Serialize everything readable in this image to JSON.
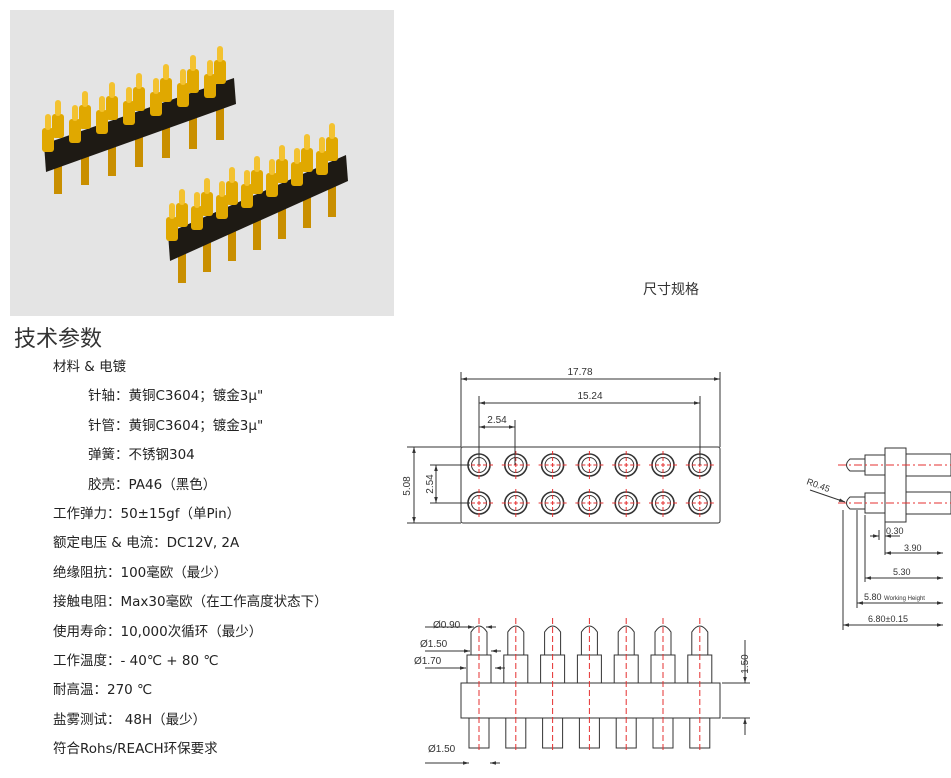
{
  "section_title": "技术参数",
  "drawing_title": "尺寸规格",
  "specs": [
    {
      "text": "材料 & 电镀",
      "indent": false
    },
    {
      "text": "针轴：黄铜C3604；镀金3μ\"",
      "indent": true
    },
    {
      "text": "针管：黄铜C3604；镀金3μ\"",
      "indent": true
    },
    {
      "text": "弹簧：不锈钢304",
      "indent": true
    },
    {
      "text": "胶壳：PA46（黑色）",
      "indent": true
    },
    {
      "text": "工作弹力：50±15gf（单Pin）",
      "indent": false
    },
    {
      "text": "额定电压 & 电流：DC12V, 2A",
      "indent": false
    },
    {
      "text": "绝缘阻抗：100毫欧（最少）",
      "indent": false
    },
    {
      "text": "接触电阻：Max30毫欧（在工作高度状态下）",
      "indent": false
    },
    {
      "text": "使用寿命：10,000次循环（最少）",
      "indent": false
    },
    {
      "text": "工作温度：- 40℃ + 80 ℃",
      "indent": false
    },
    {
      "text": "耐高温：270 ℃",
      "indent": false
    },
    {
      "text": "盐雾测试： 48H（最少）",
      "indent": false
    },
    {
      "text": "符合Rohs/REACH环保要求",
      "indent": false
    }
  ],
  "dimensions": {
    "total_length": "17.78",
    "pin_span": "15.24",
    "pitch": "2.54",
    "width": "5.08",
    "row_pitch": "2.54",
    "tip_dia": "Ø0.90",
    "plunger_dia": "Ø1.50",
    "barrel_dia": "Ø1.70",
    "tail_dia": "Ø1.50",
    "stroke": "1.50",
    "radius": "R0.45",
    "d030": "0.30",
    "d390": "3.90",
    "d530": "5.30",
    "d580": "5.80",
    "working_height_label": "Working Height",
    "d680": "6.80±0.15"
  },
  "pin_columns": 7,
  "colors": {
    "gold": "#e0a800",
    "housing": "#1e1a14",
    "centerline": "#e53030"
  }
}
